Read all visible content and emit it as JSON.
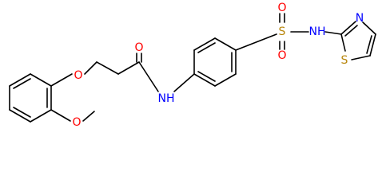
{
  "colors": {
    "carbon_bond": "#000000",
    "oxygen": "#ff0000",
    "nitrogen": "#0000ff",
    "sulfur": "#b8860b"
  },
  "atoms": {
    "ether_oxygen": "O",
    "carbonyl_oxygen": "O",
    "methoxy_oxygen": "O",
    "amide_nitrogen": "NH",
    "sulfur": "S",
    "sulfonyl_oxygen_top": "O",
    "sulfonyl_oxygen_bottom": "O",
    "sulfonamide_nitrogen": "NH",
    "thiazole_nitrogen": "N",
    "thiazole_sulfur": "S"
  }
}
